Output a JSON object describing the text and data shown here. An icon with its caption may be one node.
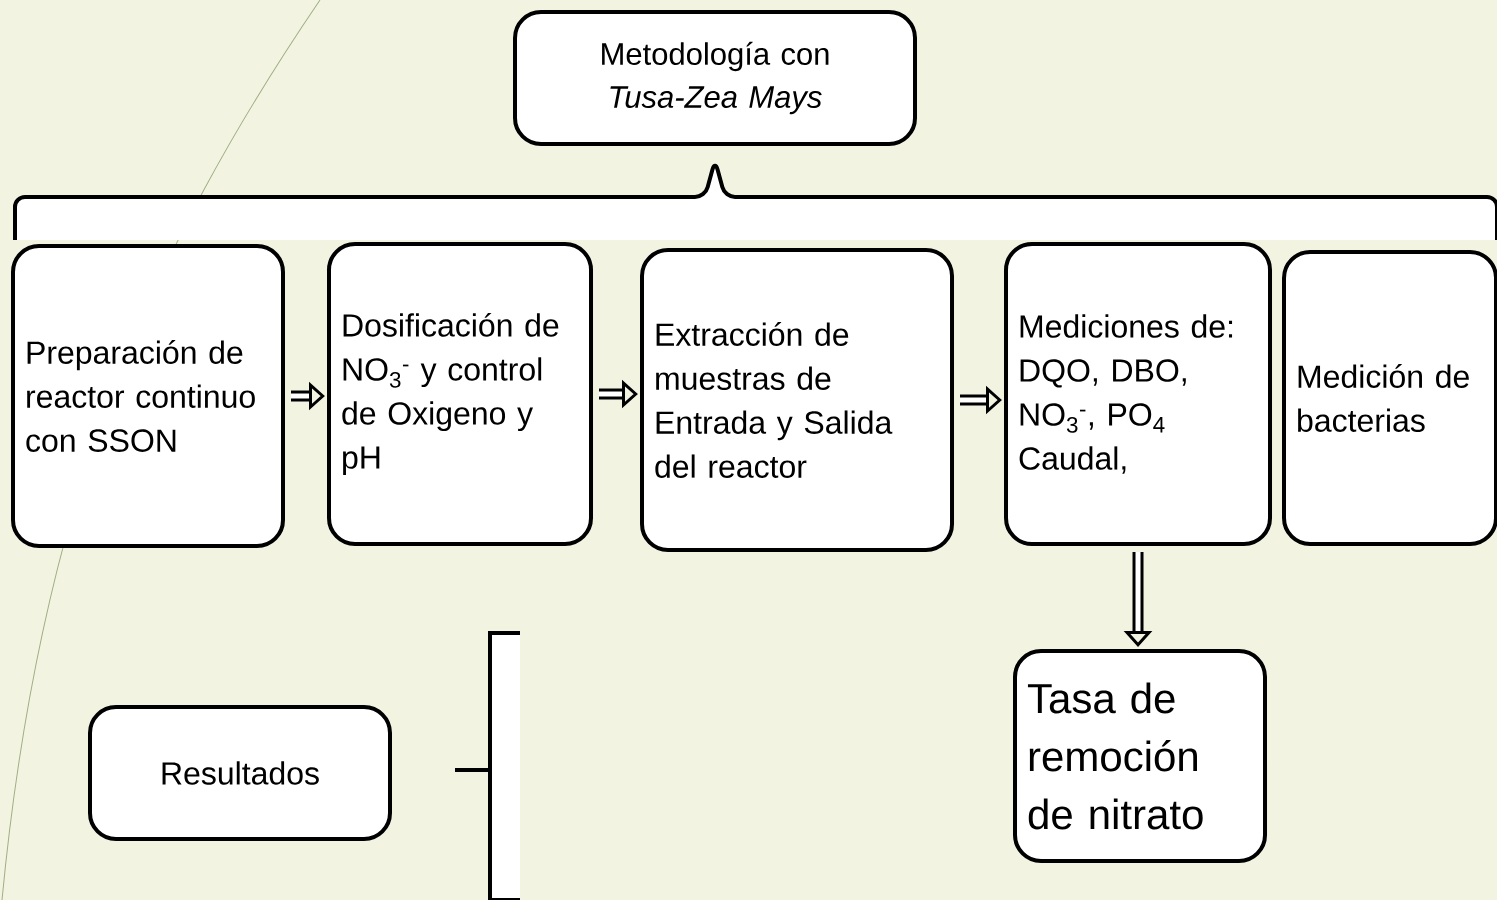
{
  "diagram": {
    "nodes": [
      {
        "text": [
          "Metodología con *Tusa-Zea Mays*"
        ]
      },
      {
        "text": [
          "Preparación de reactor continuo con SSON"
        ]
      },
      {
        "text": [
          "Dosificación de NO$_{3}$$^{-}$ y control de Oxigeno y pH"
        ]
      },
      {
        "text": [
          "Extracción de muestras de Entrada y Salida del reactor"
        ]
      },
      {
        "text": [
          "Mediciones de: DQO, DBO, NO$_{3}$$^{-}$, PO$_{4}$ Caudal,"
        ]
      },
      {
        "text": [
          "Medición de bacterias"
        ]
      },
      {
        "text": [
          "Tasa de remoción de nitrato"
        ]
      },
      {
        "text": [
          "Resultados"
        ]
      }
    ],
    "edges": [
      {
        "from": 1,
        "to": 2,
        "arrow": "to"
      },
      {
        "from": 2,
        "to": 3,
        "arrow": "to"
      },
      {
        "from": 3,
        "to": 4,
        "arrow": "to"
      },
      {
        "from": 4,
        "to": 6,
        "arrow": "to"
      }
    ]
  }
}
